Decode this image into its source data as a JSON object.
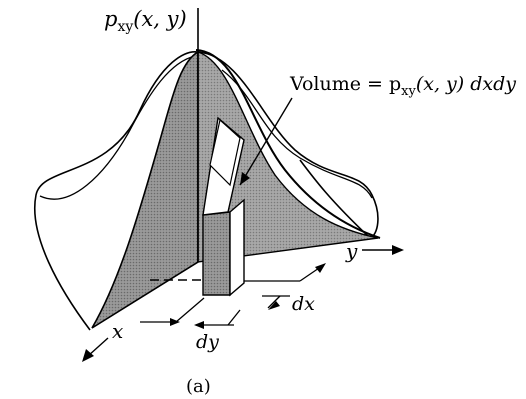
{
  "figure": {
    "z_axis_label": "p",
    "z_axis_sub": "xy",
    "z_axis_args": "(x, y)",
    "volume_prefix": "Volume = p",
    "volume_sub": "xy",
    "volume_suffix": "(x, y) dxdy",
    "y_axis_label": "y",
    "x_axis_label": "x",
    "dx_label": "dx",
    "dy_label": "dy",
    "caption": "(a)"
  }
}
